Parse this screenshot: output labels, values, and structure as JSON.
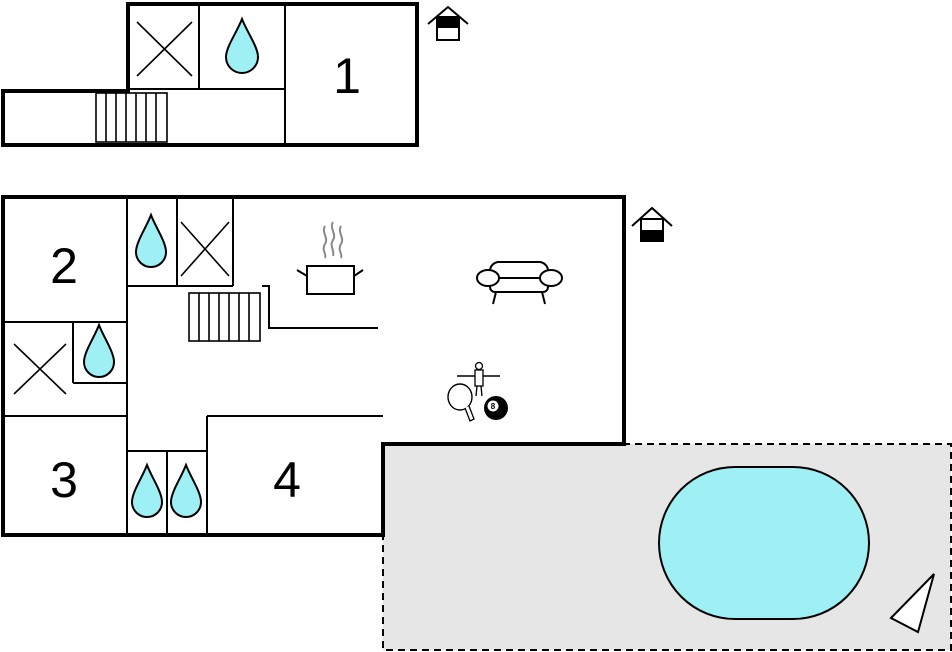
{
  "floors": {
    "upper": {
      "rooms": [
        {
          "id": "room-1",
          "label": "1"
        }
      ],
      "icons": [
        "toilet-icon",
        "shower-icon",
        "stairs-icon",
        "floor-level-icon"
      ]
    },
    "ground": {
      "rooms": [
        {
          "id": "room-2",
          "label": "2"
        },
        {
          "id": "room-3",
          "label": "3"
        },
        {
          "id": "room-4",
          "label": "4"
        }
      ],
      "icons": [
        "shower-icon",
        "toilet-icon",
        "stairs-icon",
        "kitchen-pot-icon",
        "sofa-icon",
        "table-football-icon",
        "table-tennis-icon",
        "billiard-ball-icon",
        "floor-level-icon"
      ],
      "billiard_ball_number": "8"
    }
  },
  "outdoor": {
    "icons": [
      "terrace-area",
      "swimming-pool",
      "north-arrow-icon"
    ]
  },
  "colors": {
    "water": "#9ff0f5",
    "terrace": "#e6e6e6",
    "wall": "#000000"
  }
}
